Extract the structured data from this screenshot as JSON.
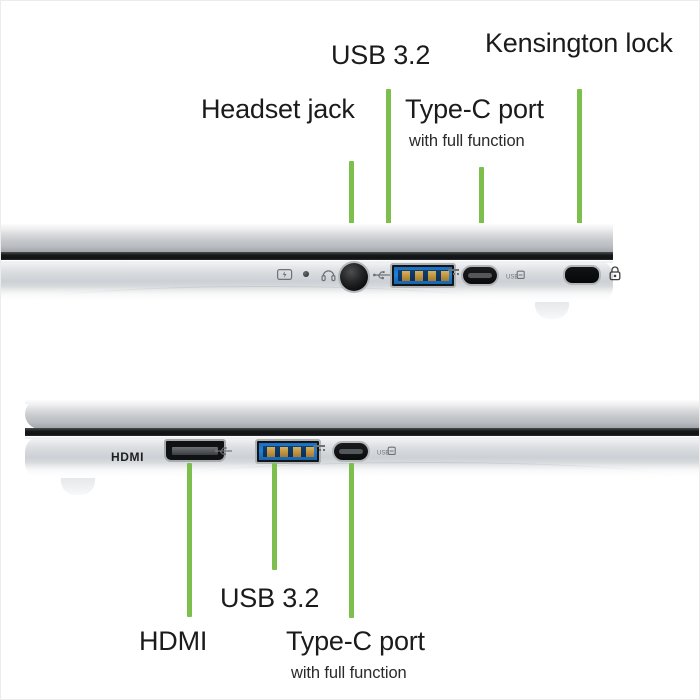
{
  "image": {
    "title": "Laptop port layout diagram",
    "background_color": "#ffffff",
    "leader_line_color": "#7cbf4c",
    "label_color": "#1b1b1b"
  },
  "callouts": {
    "top_device": [
      {
        "id": "headset-jack",
        "label": "Headset jack",
        "sublabel": ""
      },
      {
        "id": "usb-32-top",
        "label": "USB 3.2",
        "sublabel": ""
      },
      {
        "id": "type-c-top",
        "label": "Type-C port",
        "sublabel": "with full function"
      },
      {
        "id": "kensington",
        "label": "Kensington lock",
        "sublabel": ""
      }
    ],
    "bottom_device": [
      {
        "id": "hdmi",
        "label": "HDMI",
        "sublabel": ""
      },
      {
        "id": "usb-32-bottom",
        "label": "USB 3.2",
        "sublabel": ""
      },
      {
        "id": "type-c-bottom",
        "label": "Type-C port",
        "sublabel": "with full function"
      }
    ]
  },
  "ports": {
    "top_device": {
      "silkscreen": [
        "battery-charge-icon",
        "power-led",
        "headset-icon",
        "usb-icon",
        "dc-in-icon",
        "usb-c-icon",
        "lock-icon"
      ],
      "items": [
        "headset-jack",
        "usb-a-blue",
        "usb-c",
        "kensington-lock-slot"
      ]
    },
    "bottom_device": {
      "silkscreen": [
        "hdmi-text",
        "usb-icon",
        "dc-in-icon",
        "usb-c-icon"
      ],
      "hdmi_text": "HDMI",
      "items": [
        "hdmi-port",
        "usb-a-blue",
        "usb-c"
      ]
    }
  }
}
